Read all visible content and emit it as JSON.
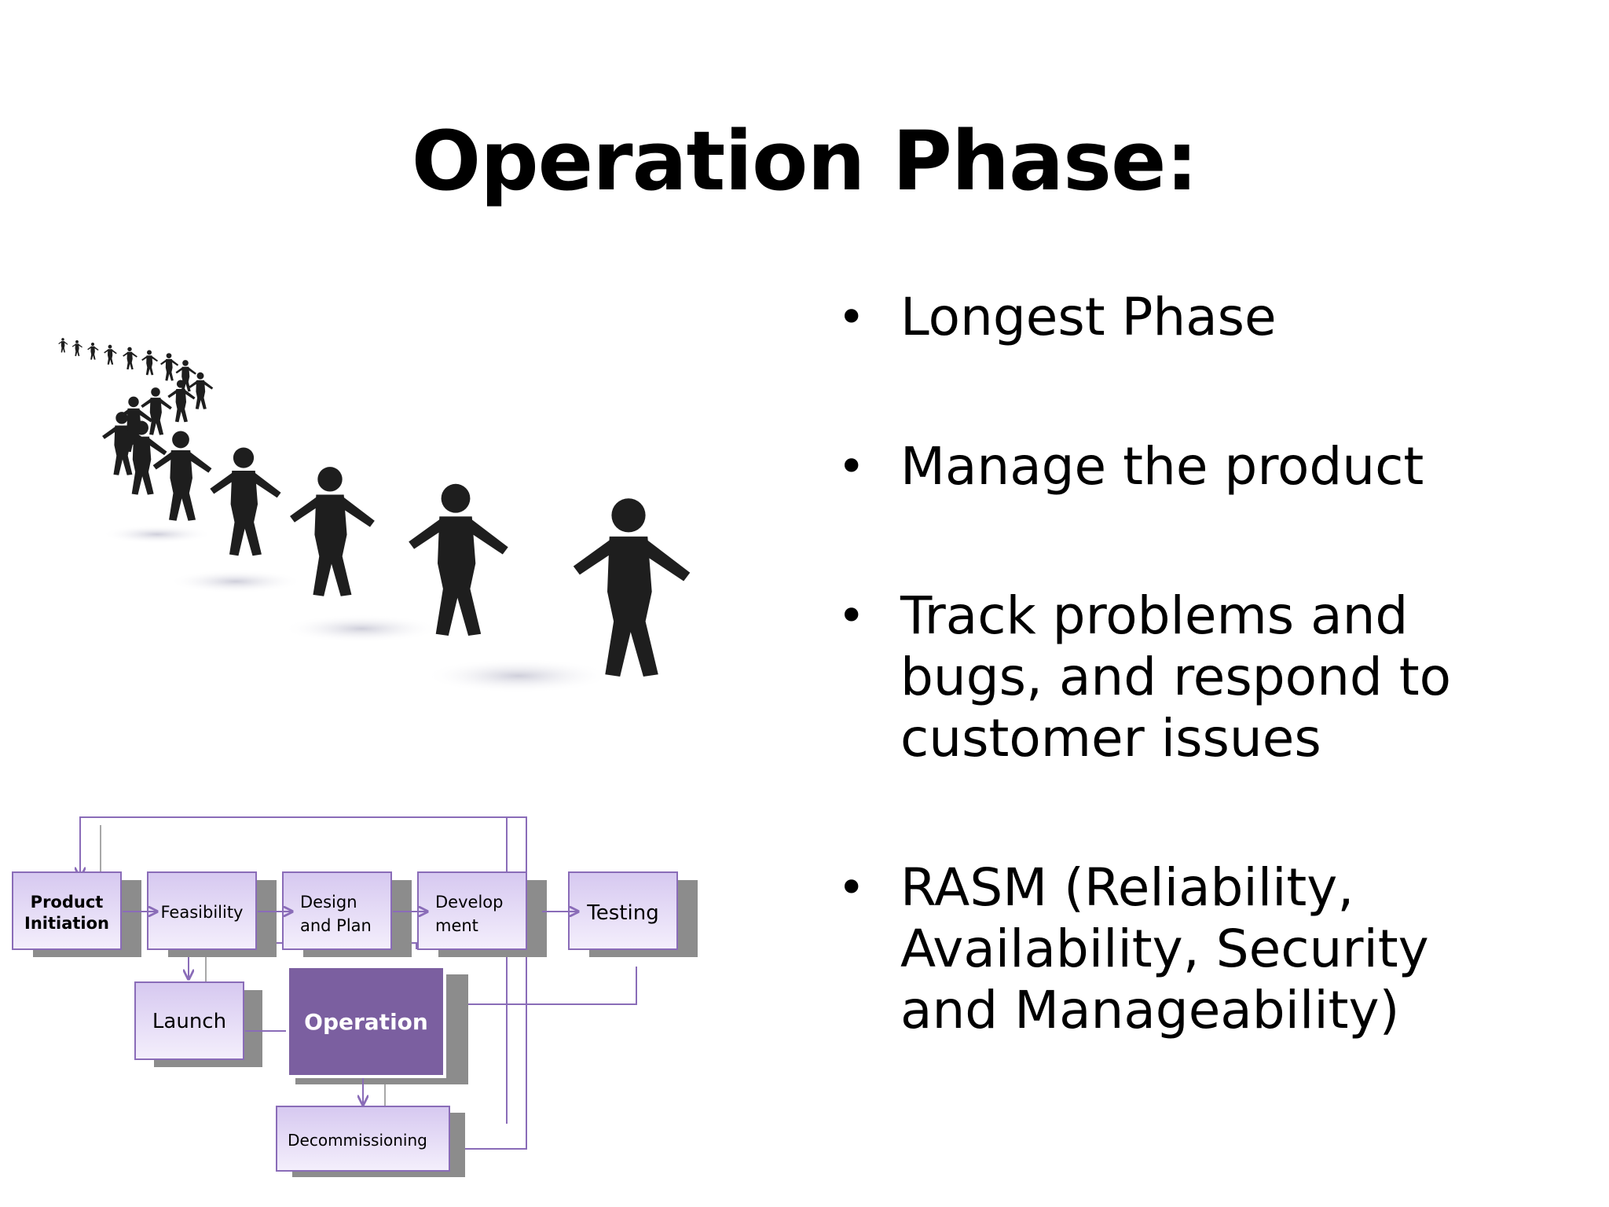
{
  "slide": {
    "title": "Operation Phase:",
    "bullets": [
      "Longest Phase",
      "Manage the product",
      "Track problems and bugs, and respond to customer issues",
      "RASM (Reliability, Availability, Security and Manageability)"
    ]
  },
  "diagram": {
    "product_initiation": [
      "Product",
      "Initiation"
    ],
    "feasibility": "Feasibility",
    "design_plan": [
      "Design",
      "and Plan"
    ],
    "development": [
      "Develop",
      "ment"
    ],
    "testing": "Testing",
    "launch": "Launch",
    "operation": "Operation",
    "decommissioning": "Decommissioning",
    "colors": {
      "box_fill_top": "#d6c8f0",
      "box_fill_bottom": "#f4effc",
      "box_border": "#8a6cb8",
      "highlight_fill": "#7b5fa0",
      "shadow": "#8c8c8c",
      "connector": "#8a6cb8"
    }
  },
  "illustration": {
    "icon": "line-of-people-icon"
  }
}
